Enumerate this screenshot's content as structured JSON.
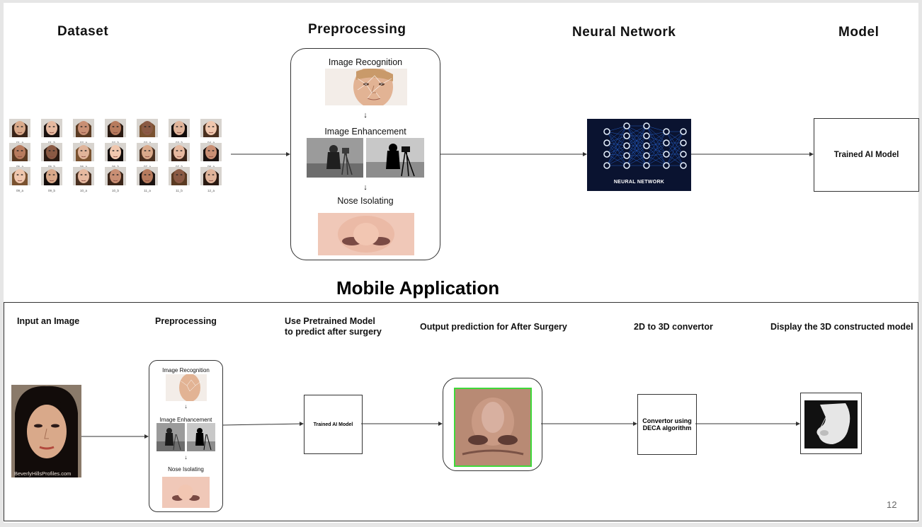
{
  "training": {
    "dataset_title": "Dataset",
    "preprocessing_title": "Preprocessing",
    "network_title": "Neural Network",
    "model_title": "Model",
    "dataset_labels": [
      [
        "01_a",
        "01_b",
        "02_a",
        "02_b",
        "03_a",
        "03_b",
        "04_a"
      ],
      [
        "05_a",
        "05_b",
        "06_a",
        "06_b",
        "07_a",
        "07_b",
        "08_a"
      ],
      [
        "09_a",
        "09_b",
        "10_a",
        "10_b",
        "11_a",
        "11_b",
        "12_a"
      ]
    ],
    "steps": {
      "recognition": "Image Recognition",
      "enhancement": "Image Enhancement",
      "isolating": "Nose Isolating"
    },
    "network_banner": "NEURAL NETWORK",
    "model_box": "Trained AI Model"
  },
  "mobile": {
    "title": "Mobile Application",
    "stages": {
      "input": "Input an Image",
      "preprocessing": "Preprocessing",
      "pretrained_line1": "Use Pretrained Model",
      "pretrained_line2": "to predict after surgery",
      "output": "Output prediction for After Surgery",
      "convertor": "2D to 3D convertor",
      "display": "Display the 3D constructed model"
    },
    "watermark": "BeverlyHillsProfiles.com",
    "steps": {
      "recognition": "Image Recognition",
      "enhancement": "Image Enhancement",
      "isolating": "Nose Isolating"
    },
    "model_box": "Trained AI Model",
    "convertor_line1": "Convertor using",
    "convertor_line2": "DECA algorithm"
  },
  "page_number": "12",
  "colors": {
    "prediction_border": "#3fd83a",
    "network_bg": "#0a1330",
    "skin": "#e6b9a0"
  }
}
